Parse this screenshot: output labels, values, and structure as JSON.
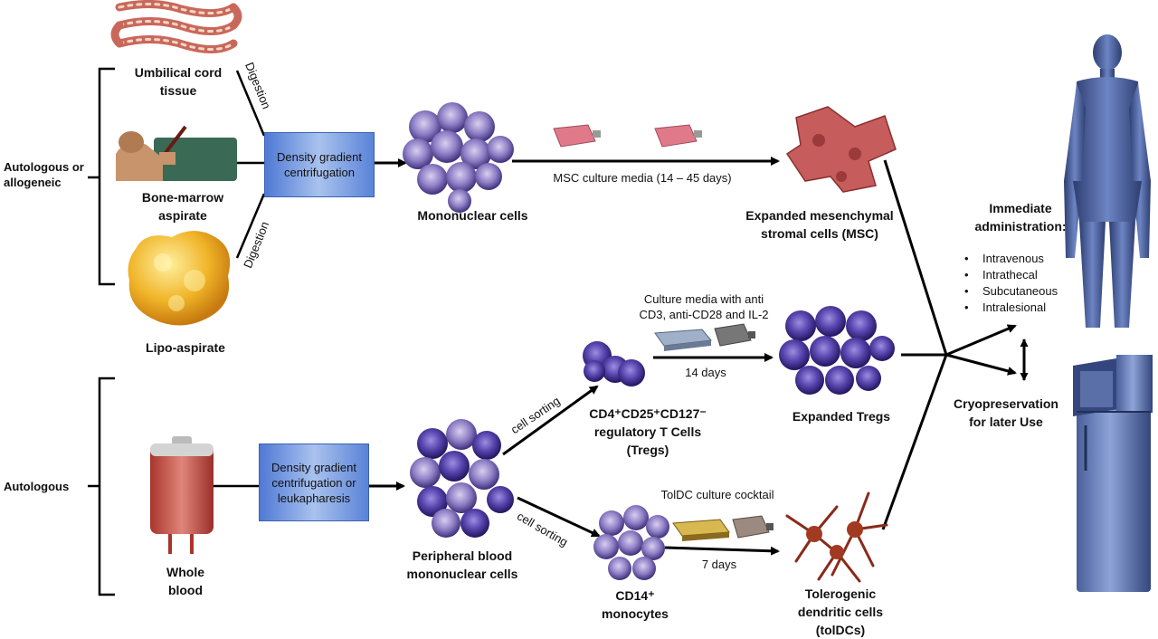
{
  "sources": {
    "allogeneic_label": "Autologous or allogeneic",
    "autologous_label": "Autologous",
    "umbilical": "Umbilical cord tissue",
    "bone_marrow": "Bone-marrow aspirate",
    "lipo": "Lipo-aspirate",
    "whole_blood": "Whole blood"
  },
  "steps": {
    "digestion": "Digestion",
    "density_box_1": "Density gradient centrifugation",
    "density_box_2": "Density gradient centrifugation or leukapharesis",
    "mononuclear": "Mononuclear cells",
    "pbmc": "Peripheral blood mononuclear cells",
    "cell_sorting": "cell sorting"
  },
  "msc": {
    "media": "MSC culture media (14 – 45 days)",
    "result": "Expanded mesenchymal stromal cells (MSC)"
  },
  "tregs": {
    "cell_label": "CD4⁺CD25⁺CD127⁻ regulatory T Cells (Tregs)",
    "media": "Culture media with anti CD3, anti-CD28 and IL-2",
    "days": "14 days",
    "result": "Expanded Tregs"
  },
  "toldc": {
    "cell_label": "CD14⁺ monocytes",
    "media": "TolDC culture cocktail",
    "days": "7 days",
    "result": "Tolerogenic dendritic cells (tolDCs)"
  },
  "outcome": {
    "immediate": "Immediate administration:",
    "routes": [
      "Intravenous",
      "Intrathecal",
      "Subcutaneous",
      "Intralesional"
    ],
    "cryo": "Cryopreservation for later Use"
  },
  "colors": {
    "box_blue": "#6b91e0",
    "cell_purple": "#4a3c8c",
    "msc_red": "#c65c5c",
    "toldc_red": "#8a2a1a",
    "body_blue": "#4a5f9a"
  }
}
